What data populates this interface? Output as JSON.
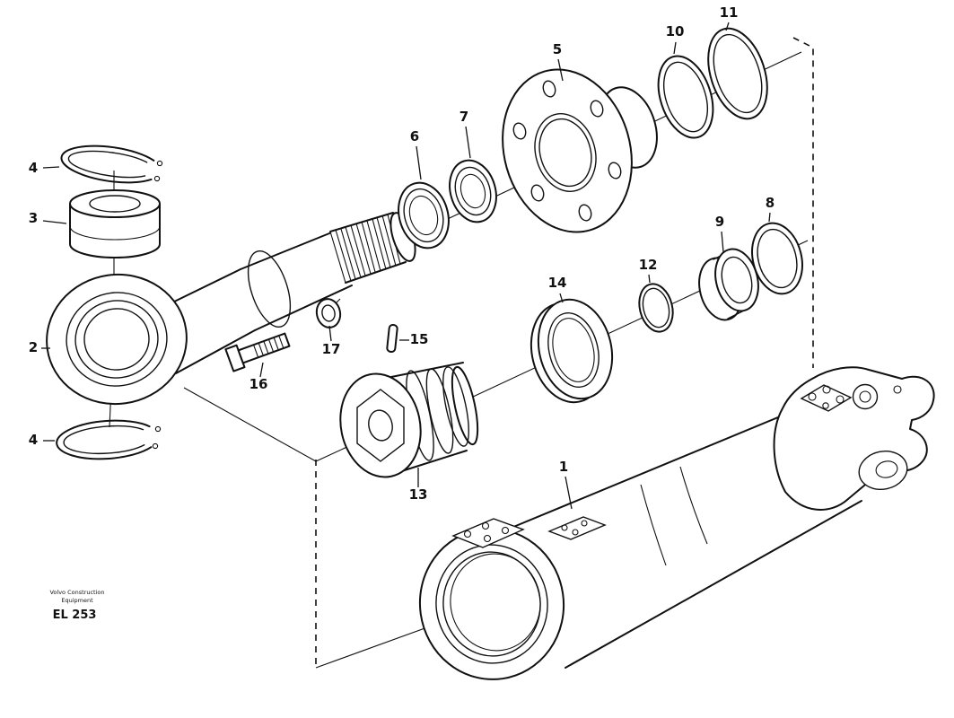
{
  "figure": {
    "footer": {
      "brand_line1": "Volvo Construction",
      "brand_line2": "Equipment",
      "figure_code": "EL 253"
    },
    "colors": {
      "ink": "#111111",
      "background": "#ffffff"
    }
  },
  "callouts": [
    {
      "label": "4"
    },
    {
      "label": "3"
    },
    {
      "label": "2"
    },
    {
      "label": "4"
    },
    {
      "label": "5"
    },
    {
      "label": "6"
    },
    {
      "label": "7"
    },
    {
      "label": "10"
    },
    {
      "label": "11"
    },
    {
      "label": "8"
    },
    {
      "label": "9"
    },
    {
      "label": "12"
    },
    {
      "label": "14"
    },
    {
      "label": "15"
    },
    {
      "label": "17"
    },
    {
      "label": "16"
    },
    {
      "label": "13"
    },
    {
      "label": "1"
    }
  ]
}
